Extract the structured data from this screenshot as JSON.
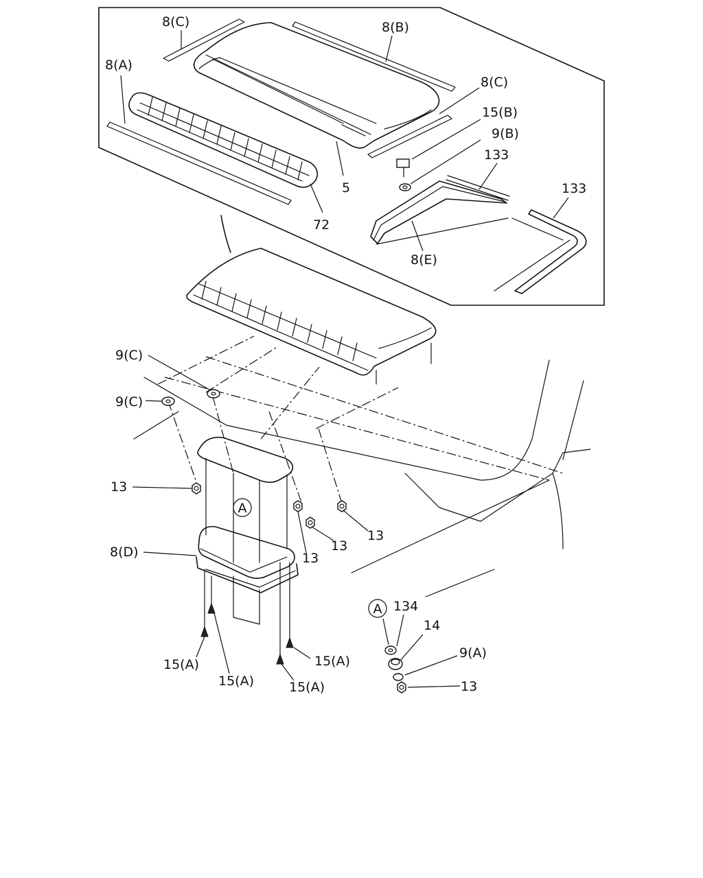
{
  "labels": {
    "l8c_top": "8(C)",
    "l8b": "8(B)",
    "l8a": "8(A)",
    "l8c_right": "8(C)",
    "l15b": "15(B)",
    "l9b": "9(B)",
    "l133_a": "133",
    "l133_b": "133",
    "l5": "5",
    "l72": "72",
    "l8e": "8(E)",
    "l9c_a": "9(C)",
    "l9c_b": "9(C)",
    "l13_a": "13",
    "l13_b": "13",
    "l13_c": "13",
    "l13_d": "13",
    "l13_e": "13",
    "l8d": "8(D)",
    "l15a_1": "15(A)",
    "l15a_2": "15(A)",
    "l15a_3": "15(A)",
    "l15a_4": "15(A)",
    "callout_a_main": "A",
    "callout_a_detail": "A",
    "l134": "134",
    "l14": "14",
    "l9a": "9(A)"
  }
}
